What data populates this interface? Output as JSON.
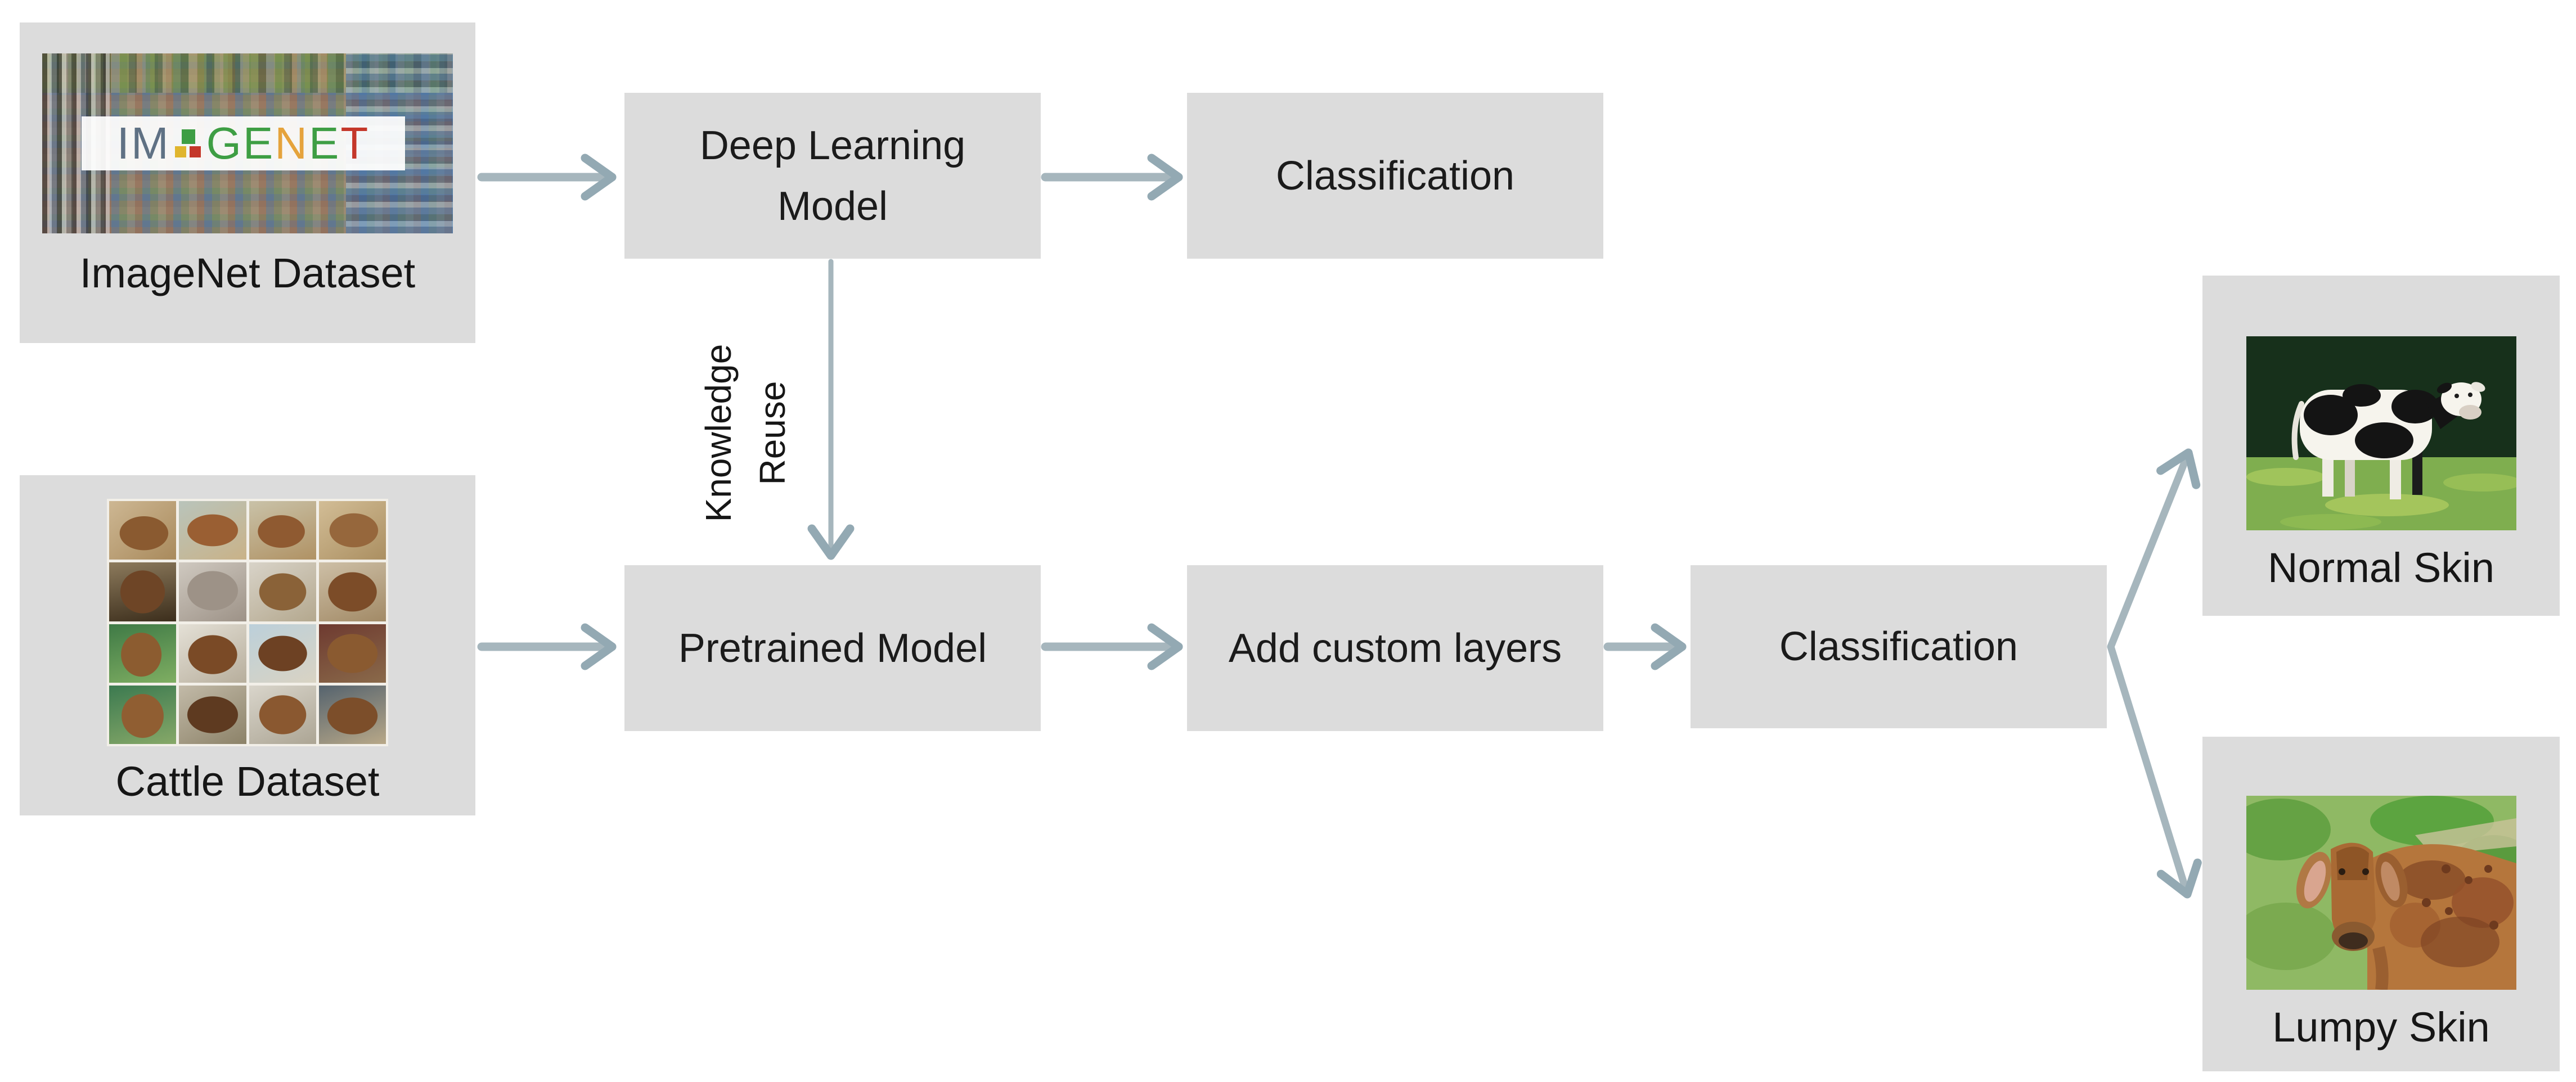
{
  "diagram": {
    "title_semantic": "Transfer learning workflow for cattle lumpy skin disease classification",
    "colors": {
      "background": "#ffffff",
      "node_fill": "#dcdcdc",
      "arrow": "#a6b6bd",
      "arrowhead": "#93a9b3",
      "text": "#1b1b1b"
    },
    "nodes": {
      "imagenet_dataset": {
        "label": "ImageNet Dataset"
      },
      "deep_learning_model": {
        "lines": [
          "Deep Learning",
          "Model"
        ]
      },
      "classification_top": {
        "label": "Classification"
      },
      "cattle_dataset": {
        "label": "Cattle Dataset"
      },
      "pretrained_model": {
        "label": "Pretrained Model"
      },
      "add_custom_layers": {
        "label": "Add custom layers"
      },
      "classification_bottom": {
        "label": "Classification"
      },
      "normal_skin": {
        "label": "Normal Skin"
      },
      "lumpy_skin": {
        "label": "Lumpy Skin"
      }
    },
    "knowledge_reuse": {
      "lines": [
        "Knowledge",
        "Reuse"
      ]
    },
    "imagenet_logo": {
      "segments": [
        {
          "text": "IM",
          "color": "#5f7184"
        },
        {
          "text": "GE",
          "color": "#3e9e44"
        },
        {
          "text": "N",
          "color": "#e5a33c"
        },
        {
          "text": "E",
          "color": "#3e9e44"
        },
        {
          "text": "T",
          "color": "#c4372a"
        }
      ],
      "dot_colors": [
        "#3e9e44",
        "#e0b52e",
        "#c4372a"
      ]
    }
  }
}
